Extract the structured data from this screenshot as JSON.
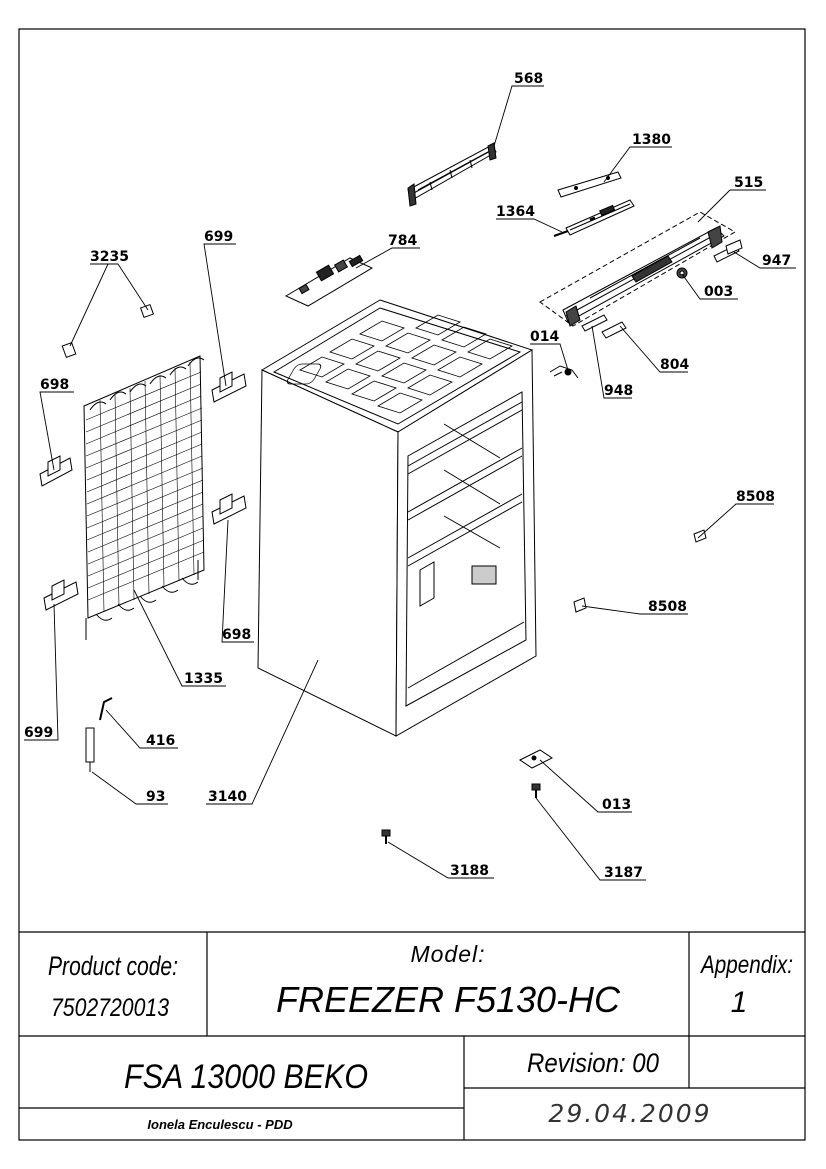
{
  "callouts": [
    {
      "id": "c568",
      "text": "568"
    },
    {
      "id": "c1380",
      "text": "1380"
    },
    {
      "id": "c515",
      "text": "515"
    },
    {
      "id": "c1364",
      "text": "1364"
    },
    {
      "id": "c947",
      "text": "947"
    },
    {
      "id": "c003",
      "text": "003"
    },
    {
      "id": "c784",
      "text": "784"
    },
    {
      "id": "c699a",
      "text": "699"
    },
    {
      "id": "c3235",
      "text": "3235"
    },
    {
      "id": "c014",
      "text": "014"
    },
    {
      "id": "c804",
      "text": "804"
    },
    {
      "id": "c948",
      "text": "948"
    },
    {
      "id": "c698a",
      "text": "698"
    },
    {
      "id": "c8508a",
      "text": "8508"
    },
    {
      "id": "c8508b",
      "text": "8508"
    },
    {
      "id": "c698b",
      "text": "698"
    },
    {
      "id": "c1335",
      "text": "1335"
    },
    {
      "id": "c699b",
      "text": "699"
    },
    {
      "id": "c416",
      "text": "416"
    },
    {
      "id": "c93",
      "text": "93"
    },
    {
      "id": "c3140",
      "text": "3140"
    },
    {
      "id": "c013",
      "text": "013"
    },
    {
      "id": "c3188",
      "text": "3188"
    },
    {
      "id": "c3187",
      "text": "3187"
    }
  ],
  "title_block": {
    "product_code_label": "Product code:",
    "product_code": "7502720013",
    "model_label": "Model:",
    "model": "FREEZER F5130-HC",
    "appendix_label": "Appendix:",
    "appendix": "1",
    "series": "FSA 13000 BEKO",
    "revision": "Revision: 00",
    "author": "Ionela Enculescu - PDD",
    "date": "29.04.2009"
  }
}
